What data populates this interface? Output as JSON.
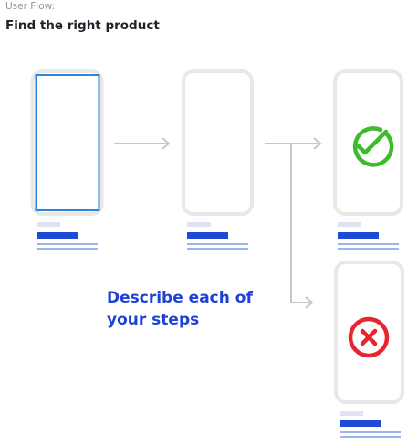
{
  "header": {
    "subtitle": "User Flow:",
    "title": "Find the right product"
  },
  "note": {
    "text": "Describe each of your steps"
  },
  "colors": {
    "selected_border": "#2d86d9",
    "phone_border": "#e6e6e6",
    "connector": "#c7c7c7",
    "label_light": "#dde3f3",
    "label_blue": "#1f4ad6",
    "label_line": "#9db4ea",
    "success": "#3cbc2a",
    "error": "#e8242f",
    "note_text": "#1f42d6"
  },
  "screens": [
    {
      "name": "screen-1",
      "state": "selected",
      "icon": null
    },
    {
      "name": "screen-2",
      "state": "default",
      "icon": null
    },
    {
      "name": "screen-3",
      "state": "default",
      "icon": "success-check-icon"
    },
    {
      "name": "screen-4",
      "state": "default",
      "icon": "error-x-icon"
    }
  ]
}
